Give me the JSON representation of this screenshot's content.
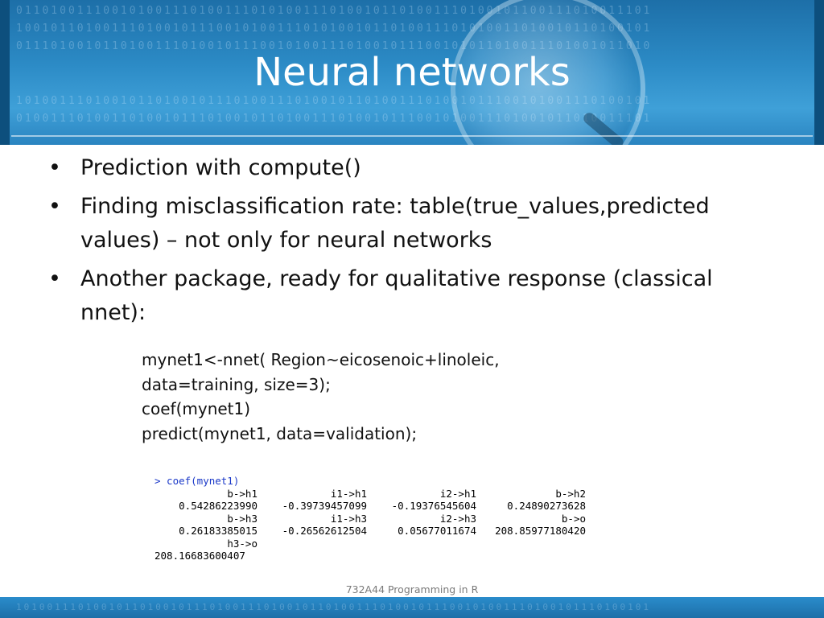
{
  "slide": {
    "title": "Neural networks",
    "bullets": [
      "Prediction with compute()",
      "Finding misclassification rate: table(true_values,predicted values) – not only for neural networks",
      "Another package, ready for qualitative response (classical nnet):"
    ],
    "bullet_marker": "•",
    "code_lines": [
      "mynet1<-nnet( Region~eicosenoic+linoleic,",
      "data=training, size=3);",
      "coef(mynet1)",
      "predict(mynet1, data=validation);"
    ],
    "console": {
      "prompt": "> coef(mynet1)",
      "rows": [
        [
          "b->h1",
          "i1->h1",
          "i2->h1",
          "b->h2"
        ],
        [
          "0.54286223990",
          "-0.39739457099",
          "-0.19376545604",
          "0.24890273628"
        ],
        [
          "b->h3",
          "i1->h3",
          "i2->h3",
          "b->o"
        ],
        [
          "0.26183385015",
          "-0.26562612504",
          "0.05677011674",
          "208.85977180420"
        ],
        [
          "h3->o"
        ],
        [
          "208.16683600407"
        ]
      ]
    },
    "footer": "732A44 Programming in R"
  },
  "colors": {
    "header_blue": "#2c8bc6",
    "prompt_blue": "#1a38c8",
    "footer_gray": "#7a7a7a"
  }
}
